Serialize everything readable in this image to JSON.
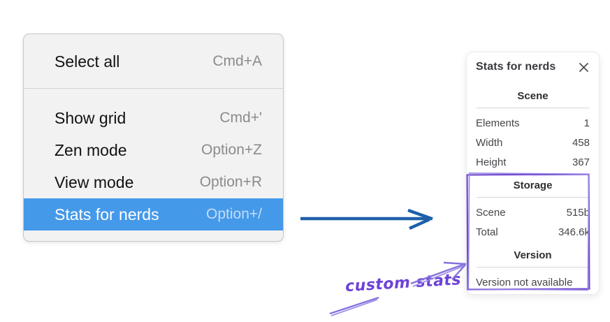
{
  "menu": {
    "items": [
      {
        "label": "Select all",
        "shortcut": "Cmd+A"
      },
      {
        "label": "Show grid",
        "shortcut": "Cmd+'"
      },
      {
        "label": "Zen mode",
        "shortcut": "Option+Z"
      },
      {
        "label": "View mode",
        "shortcut": "Option+R"
      },
      {
        "label": "Stats for nerds",
        "shortcut": "Option+/"
      }
    ]
  },
  "panel": {
    "title": "Stats for nerds",
    "scene": {
      "heading": "Scene",
      "rows": [
        {
          "label": "Elements",
          "value": "1"
        },
        {
          "label": "Width",
          "value": "458"
        },
        {
          "label": "Height",
          "value": "367"
        }
      ]
    },
    "storage": {
      "heading": "Storage",
      "rows": [
        {
          "label": "Scene",
          "value": "515b"
        },
        {
          "label": "Total",
          "value": "346.6k"
        }
      ]
    },
    "version": {
      "heading": "Version",
      "note": "Version not available"
    }
  },
  "annotation": {
    "label": "custom stats"
  },
  "colors": {
    "menu_highlight": "#4599e9",
    "blue_arrow": "#1e5fa9",
    "annotation_purple": "#6d42d8",
    "sketch_purple": "#7a5cd8"
  }
}
